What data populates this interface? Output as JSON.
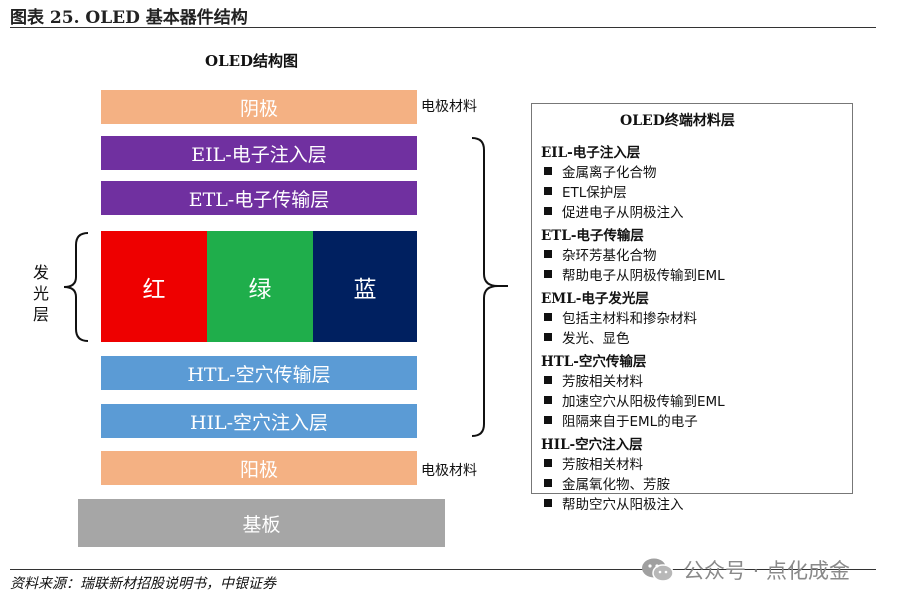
{
  "figure_title": "图表 25. OLED 基本器件结构",
  "diagram_title": "OLED结构图",
  "layers": {
    "cathode": "阴极",
    "eil": "EIL-电子注入层",
    "etl": "ETL-电子传输层",
    "htl": "HTL-空穴传输层",
    "hil": "HIL-空穴注入层",
    "anode": "阳极",
    "substrate": "基板"
  },
  "emitter": {
    "side_label": "发光层",
    "cells": [
      "红",
      "绿",
      "蓝"
    ]
  },
  "electrode_label_top": "电极材料",
  "electrode_label_bottom": "电极材料",
  "panel": {
    "title": "OLED终端材料层",
    "sections": [
      {
        "head": "EIL-电子注入层",
        "items": [
          "金属离子化合物",
          "ETL保护层",
          "促进电子从阴极注入"
        ]
      },
      {
        "head": "ETL-电子传输层",
        "items": [
          "杂环芳基化合物",
          "帮助电子从阴极传输到EML"
        ]
      },
      {
        "head": "EML-电子发光层",
        "items": [
          "包括主材料和掺杂材料",
          "发光、显色"
        ]
      },
      {
        "head": "HTL-空穴传输层",
        "items": [
          "芳胺相关材料",
          "加速空穴从阳极传输到EML",
          "阻隔来自于EML的电子"
        ]
      },
      {
        "head": "HIL-空穴注入层",
        "items": [
          "芳胺相关材料",
          "金属氧化物、芳胺",
          "帮助空穴从阳极注入"
        ]
      }
    ]
  },
  "source": "资料来源：瑞联新材招股说明书，中银证券",
  "watermark": "公众号 · 点化成金",
  "colors": {
    "electrode": "#f4b183",
    "electron_layers": "#7030a0",
    "hole_layers": "#5b9bd5",
    "red": "#ee0000",
    "green": "#1fae4b",
    "blue": "#002060",
    "substrate": "#a6a6a6"
  }
}
